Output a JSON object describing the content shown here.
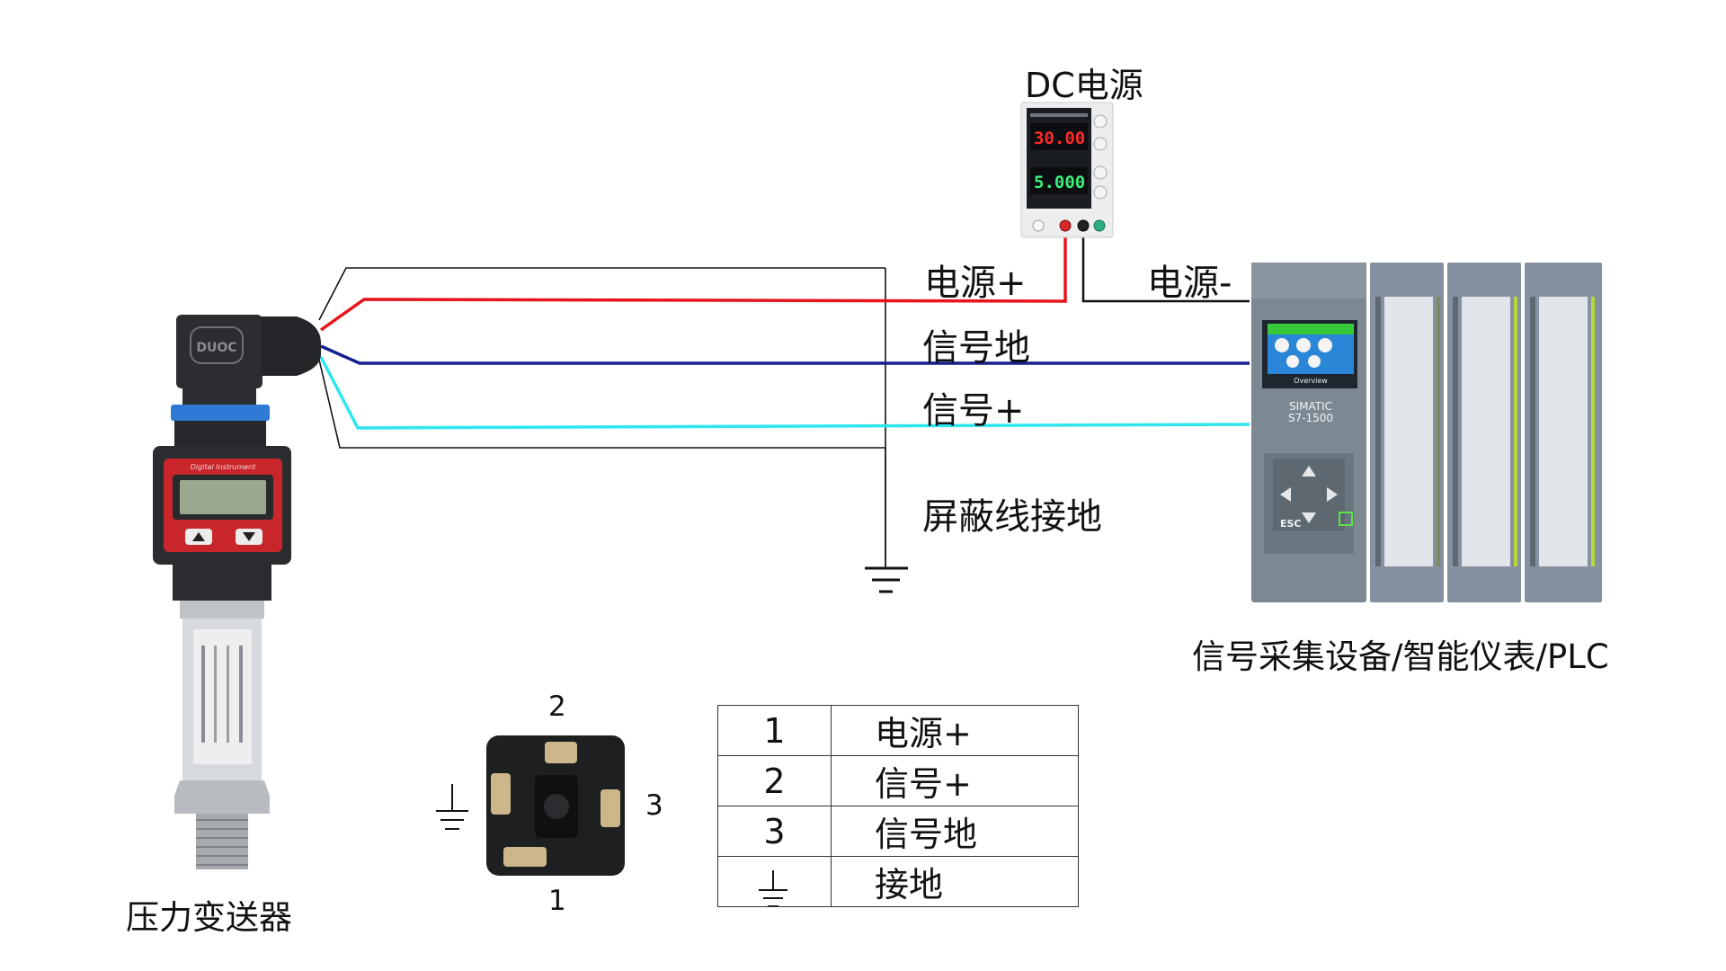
{
  "power_supply": {
    "title": "DC电源",
    "voltage_display": "30.00",
    "current_display": "5.000"
  },
  "wires": {
    "power_plus": "电源+",
    "power_minus": "电源-",
    "signal_ground": "信号地",
    "signal_plus": "信号+",
    "shield_ground": "屏蔽线接地"
  },
  "transmitter": {
    "label": "压力变送器",
    "brand": "DUOC",
    "display_caption": "Digital Instrument"
  },
  "plc": {
    "label": "信号采集设备/智能仪表/PLC",
    "brand": "SIMATIC",
    "model": "S7-1500",
    "screen_caption": "Overview",
    "esc_key": "ESC"
  },
  "connector": {
    "pin_top": "2",
    "pin_right": "3",
    "pin_bottom": "1"
  },
  "pin_table": {
    "rows": [
      {
        "pin": "1",
        "function": "电源+"
      },
      {
        "pin": "2",
        "function": "信号+"
      },
      {
        "pin": "3",
        "function": "信号地"
      },
      {
        "pin": "ground-symbol",
        "function": "接地"
      }
    ]
  },
  "colors": {
    "power_plus_wire": "#e8141b",
    "power_minus_wire": "#111111",
    "signal_ground_wire": "#15218f",
    "signal_plus_wire": "#2ee6ef",
    "shield": "#111111"
  }
}
